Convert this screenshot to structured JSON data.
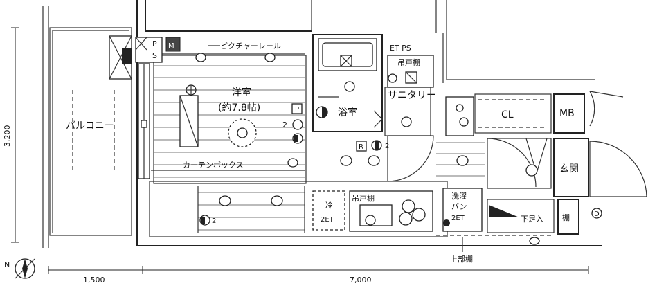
{
  "labels": {
    "balcony": "バルコニー",
    "western_room": "洋室",
    "western_room_size": "(約7.8帖)",
    "bathroom": "浴室",
    "sanitary": "サニタリー",
    "closet": "CL",
    "mb": "MB",
    "entrance": "玄関",
    "shoe_box": "下足入",
    "shelf": "棚",
    "upper_shelf": "上部棚",
    "picture_rail": "ピクチャーレール",
    "curtain_box": "カーテンボックス",
    "ps_top": "P",
    "ps_bottom": "S",
    "m_box": "M",
    "et_ps": "ET PS",
    "hanging_cabinet": "吊戸棚",
    "hanging_cabinet_kitchen": "吊戸棚",
    "fridge": "冷",
    "fridge_2et": "2ET",
    "washer_line1": "洗濯",
    "washer_line2": "パン",
    "washer_2et": "2ET",
    "ip": "IP",
    "num_2_room": "2",
    "num_2_left": "2",
    "num_2_r": "2",
    "r_label": "R",
    "d_label": "D",
    "compass_n": "N"
  },
  "dimensions": {
    "vertical": "3,200",
    "horizontal_left": "1,500",
    "horizontal_right": "7,000"
  }
}
